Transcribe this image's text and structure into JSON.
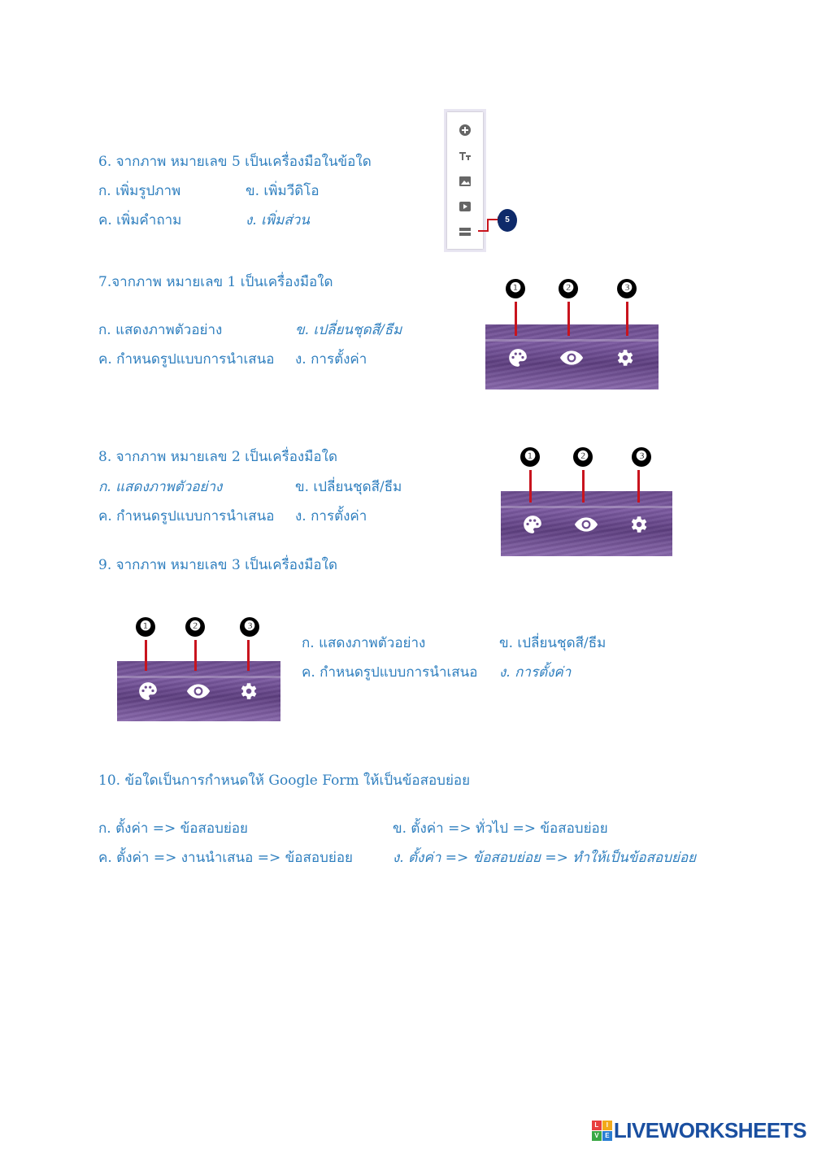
{
  "q6": {
    "question": "6. จากภาพ หมายเลข 5 เป็นเครื่องมือในข้อใด",
    "a": "ก. เพิ่มรูปภาพ",
    "b": "ข. เพิ่มวีดิโอ",
    "c": "ค. เพิ่มคำถาม",
    "d": "ง. เพิ่มส่วน",
    "callout": "5",
    "toolbar_icons": [
      "add-circle-icon",
      "text-title-icon",
      "image-icon",
      "video-icon",
      "section-icon"
    ]
  },
  "q7": {
    "question": "7.จากภาพ หมายเลข 1 เป็นเครื่องมือใด",
    "a": "ก. แสดงภาพตัวอย่าง",
    "b": "ข. เปลี่ยนชุดสี/ธีม",
    "c": "ค. กำหนดรูปแบบการนำเสนอ",
    "d": "ง. การตั้งค่า"
  },
  "q8": {
    "question": "8. จากภาพ หมายเลข 2 เป็นเครื่องมือใด",
    "a": "ก. แสดงภาพตัวอย่าง",
    "b": "ข. เปลี่ยนชุดสี/ธีม",
    "c": "ค. กำหนดรูปแบบการนำเสนอ",
    "d": "ง. การตั้งค่า"
  },
  "q9": {
    "question": "9. จากภาพ หมายเลข 3 เป็นเครื่องมือใด",
    "a": "ก. แสดงภาพตัวอย่าง",
    "b": "ข. เปลี่ยนชุดสี/ธีม",
    "c": "ค. กำหนดรูปแบบการนำเสนอ",
    "d": "ง. การตั้งค่า"
  },
  "q10": {
    "question": "10. ข้อใดเป็นการกำหนดให้ Google Form ให้เป็นข้อสอบย่อย",
    "a": "ก. ตั้งค่า => ข้อสอบย่อย",
    "b": "ข. ตั้งค่า => ทั่วไป => ข้อสอบย่อย",
    "c": "ค. ตั้งค่า => งานนำเสนอ => ข้อสอบย่อย",
    "d": "ง. ตั้งค่า => ข้อสอบย่อย => ทำให้เป็นข้อสอบย่อย"
  },
  "badges": [
    "❶",
    "❷",
    "❸"
  ],
  "panel_icons": [
    "palette-icon",
    "eye-icon",
    "gear-icon"
  ],
  "colors": {
    "text": "#2f7fbf",
    "callout": "#0e2a6a",
    "pointer": "#c8141e",
    "theme": "#6d4d8f"
  },
  "footer": {
    "logo_text": "LIVEWORKSHEETS",
    "logo_letters": [
      "L",
      "I",
      "V",
      "E"
    ]
  }
}
